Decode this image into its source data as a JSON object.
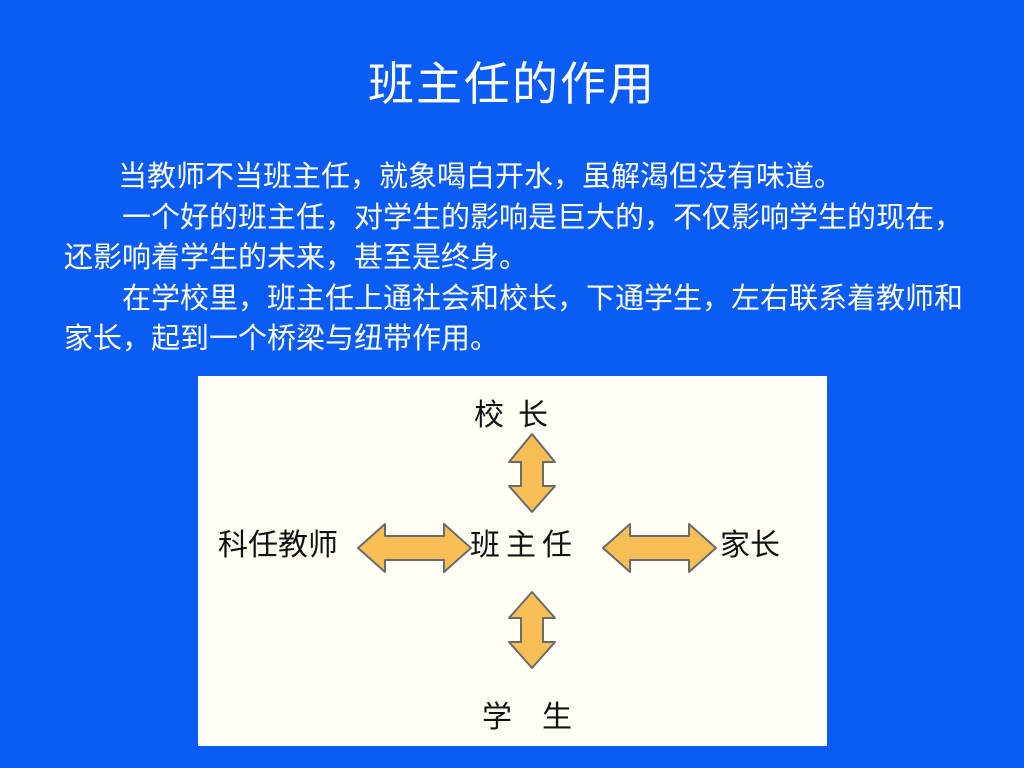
{
  "slide": {
    "title": "班主任的作用",
    "paragraphs": [
      "当教师不当班主任，就象喝白开水，虽解渴但没有味道。",
      "一个好的班主任，对学生的影响是巨大的，不仅影响学生的现在，还影响着学生的未来，甚至是终身。",
      "在学校里，班主任上通社会和校长，下通学生，左右联系着教师和家长，起到一个桥梁与纽带作用。"
    ]
  },
  "diagram": {
    "center": "班主任",
    "top": "校长",
    "bottom": "学生",
    "left": "科任教师",
    "right": "家长",
    "arrow_fill": "#F6BE55",
    "arrow_stroke": "#6B6B6B",
    "background": "#FFFFF6"
  },
  "colors": {
    "slide_background": "#0B5CF4",
    "text": "#FFFFFF"
  }
}
